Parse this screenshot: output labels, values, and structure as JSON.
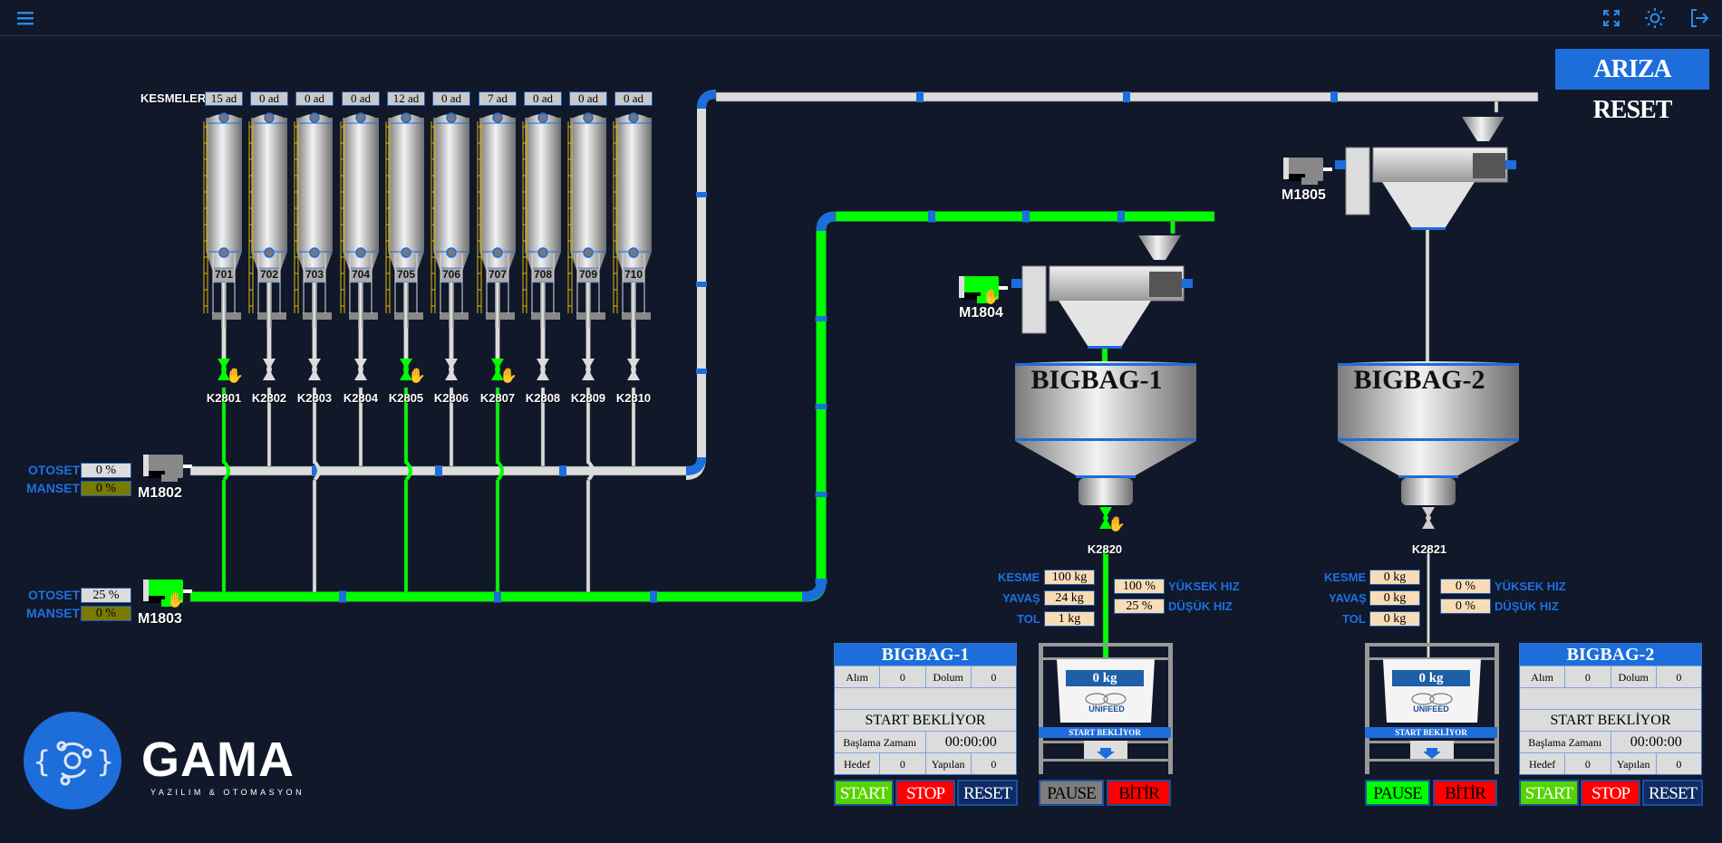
{
  "header": {
    "menu_icon": "hamburger-menu-icon",
    "fullscreen_icon": "fullscreen-icon",
    "theme_icon": "sun-icon",
    "logout_icon": "logout-icon"
  },
  "ariza_reset_label": "ARIZA RESET",
  "kesmeler_label": "KESMELER",
  "silos": [
    {
      "id": "701",
      "count": "15 ad",
      "valve": "K2801",
      "valve_active": true,
      "route": "M1803"
    },
    {
      "id": "702",
      "count": "0 ad",
      "valve": "K2802",
      "valve_active": false,
      "route": "M1802"
    },
    {
      "id": "703",
      "count": "0 ad",
      "valve": "K2803",
      "valve_active": false,
      "route": "M1803"
    },
    {
      "id": "704",
      "count": "0 ad",
      "valve": "K2804",
      "valve_active": false,
      "route": "M1802"
    },
    {
      "id": "705",
      "count": "12 ad",
      "valve": "K2805",
      "valve_active": true,
      "route": "M1803"
    },
    {
      "id": "706",
      "count": "0 ad",
      "valve": "K2806",
      "valve_active": false,
      "route": "M1802"
    },
    {
      "id": "707",
      "count": "7 ad",
      "valve": "K2807",
      "valve_active": true,
      "route": "M1803"
    },
    {
      "id": "708",
      "count": "0 ad",
      "valve": "K2808",
      "valve_active": false,
      "route": "M1802"
    },
    {
      "id": "709",
      "count": "0 ad",
      "valve": "K2809",
      "valve_active": false,
      "route": "M1803"
    },
    {
      "id": "710",
      "count": "0 ad",
      "valve": "K2810",
      "valve_active": false,
      "route": "M1802"
    }
  ],
  "motors": {
    "m1802": {
      "label": "M1802",
      "active": false,
      "otoset_label": "OTOSET",
      "otoset": "0 %",
      "manset_label": "MANSET",
      "manset": "0 %"
    },
    "m1803": {
      "label": "M1803",
      "active": true,
      "otoset_label": "OTOSET",
      "otoset": "25 %",
      "manset_label": "MANSET",
      "manset": "0 %"
    },
    "m1804": {
      "label": "M1804",
      "active": true
    },
    "m1805": {
      "label": "M1805",
      "active": false
    }
  },
  "bigbags": [
    {
      "name": "BIGBAG-1",
      "valve": "K2820",
      "kesme_label": "KESME",
      "kesme": "100 kg",
      "yavas_label": "YAVAŞ",
      "yavas": "24 kg",
      "tol_label": "TOL",
      "tol": "1 kg",
      "yuksek_label": "YÜKSEK HIZ",
      "yuksek": "100 %",
      "dusuk_label": "DÜŞÜK HIZ",
      "dusuk": "25 %",
      "weight": "0 kg",
      "bag_brand": "UNIFEED",
      "bag_status": "START BEKLİYOR",
      "panel": {
        "title": "BIGBAG-1",
        "alim_label": "Alım",
        "alim": "0",
        "dolum_label": "Dolum",
        "dolum": "0",
        "status": "START BEKLİYOR",
        "baslama_label": "Başlama Zamanı",
        "baslama": "00:00:00",
        "hedef_label": "Hedef",
        "hedef": "0",
        "yapilan_label": "Yapılan",
        "yapilan": "0"
      },
      "buttons": {
        "start": "START",
        "stop": "STOP",
        "reset": "RESET",
        "pause": "PAUSE",
        "bitir": "BİTİR"
      }
    },
    {
      "name": "BIGBAG-2",
      "valve": "K2821",
      "kesme_label": "KESME",
      "kesme": "0 kg",
      "yavas_label": "YAVAŞ",
      "yavas": "0 kg",
      "tol_label": "TOL",
      "tol": "0 kg",
      "yuksek_label": "YÜKSEK HIZ",
      "yuksek": "0 %",
      "dusuk_label": "DÜŞÜK HIZ",
      "dusuk": "0 %",
      "weight": "0 kg",
      "bag_brand": "UNIFEED",
      "bag_status": "START BEKLİYOR",
      "panel": {
        "title": "BIGBAG-2",
        "alim_label": "Alım",
        "alim": "0",
        "dolum_label": "Dolum",
        "dolum": "0",
        "status": "START BEKLİYOR",
        "baslama_label": "Başlama Zamanı",
        "baslama": "00:00:00",
        "hedef_label": "Hedef",
        "hedef": "0",
        "yapilan_label": "Yapılan",
        "yapilan": "0"
      },
      "buttons": {
        "start": "START",
        "stop": "STOP",
        "reset": "RESET",
        "pause": "PAUSE",
        "bitir": "BİTİR"
      }
    }
  ],
  "colors": {
    "active_pipe": "#00ff00",
    "idle_pipe": "#dcdcdc",
    "flange": "#1d6ddb",
    "background": "#10182a",
    "start": "#55d400",
    "stop": "#ff0000",
    "reset": "#0f2c66",
    "pause_idle": "#7d7d7d",
    "pause_active": "#00ff00"
  },
  "logo": {
    "name": "GAMA",
    "tagline": "YAZILIM & OTOMASYON"
  }
}
